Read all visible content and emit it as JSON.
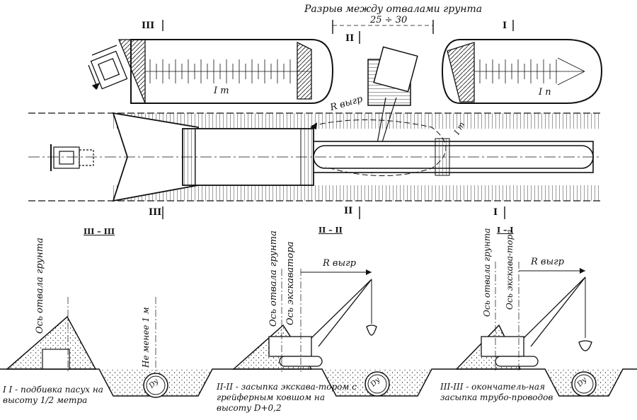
{
  "top_title": "Разрыв между отвалами грунта",
  "top_gap_value": "25 ÷ 30",
  "radius_label": "R выгр",
  "section_marks": {
    "third": "III",
    "second": "II",
    "first": "I"
  },
  "mound_labels": {
    "third": "I m",
    "first": "I п",
    "trench": "I m"
  },
  "section_titles": {
    "s3": "III – III",
    "s2": "II – II",
    "s1": "I – I"
  },
  "axis_labels": {
    "spoil_axis": "Ось отвала грунта",
    "excavator_axis": "Ось экскаватора",
    "excavator_axis_hyph": "Ось экскава-тора",
    "spoil_axis_short": "Ось отвала грунта"
  },
  "min_distance": "Не менее 1 м",
  "pipe_label": "Dy",
  "captions": {
    "c1": "I I - подбивка пасух на высоту 1/2 метра",
    "c2": "II-II - засыпка экскава-тором с грейферным ковшом на высоту D+0,2",
    "c3": "III-III - окончатель-ная засыпка трубо-проводов"
  }
}
